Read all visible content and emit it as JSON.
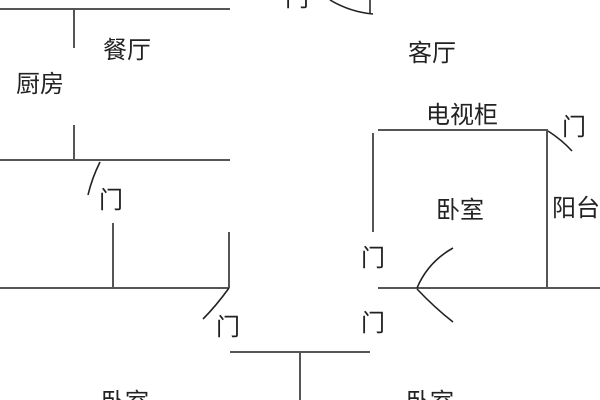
{
  "rooms": {
    "dining": "餐厅",
    "kitchen": "厨房",
    "living": "客厅",
    "tv_cabinet": "电视柜",
    "bedroom_right": "卧室",
    "balcony": "阳台",
    "bedroom_bottom_left": "卧室",
    "bedroom_bottom_right": "卧室"
  },
  "door_label": "门",
  "colors": {
    "wall": "#555555",
    "door": "#222222",
    "text": "#222222"
  }
}
